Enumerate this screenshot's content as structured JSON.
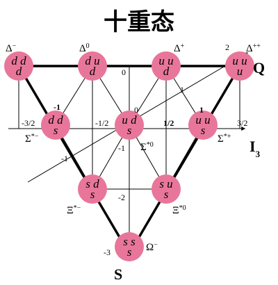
{
  "title": "十重态",
  "colors": {
    "node": "#e8769a",
    "line": "#000000"
  },
  "axes": {
    "horizontal": "I",
    "horizontal_sub": "3",
    "vertical": "S",
    "diagonal": "Q"
  },
  "particles": [
    {
      "id": "delta-minus",
      "name": "Δ",
      "sup": "−",
      "q1": "d",
      "q2": "d",
      "q3": "d"
    },
    {
      "id": "delta-zero",
      "name": "Δ",
      "sup": "0",
      "q1": "d",
      "q2": "u",
      "q3": "d"
    },
    {
      "id": "delta-plus",
      "name": "Δ",
      "sup": "+",
      "q1": "u",
      "q2": "u",
      "q3": "d"
    },
    {
      "id": "delta-plusplus",
      "name": "Δ",
      "sup": "++",
      "q1": "u",
      "q2": "u",
      "q3": "u"
    },
    {
      "id": "sigma-star-minus",
      "name": "Σ",
      "sup": "*−",
      "q1": "d",
      "q2": "d",
      "q3": "s"
    },
    {
      "id": "sigma-star-zero",
      "name": "Σ",
      "sup": "*0",
      "q1": "u",
      "q2": "d",
      "q3": "s"
    },
    {
      "id": "sigma-star-plus",
      "name": "Σ",
      "sup": "*+",
      "q1": "u",
      "q2": "u",
      "q3": "s"
    },
    {
      "id": "xi-star-minus",
      "name": "Ξ",
      "sup": "*−",
      "q1": "s",
      "q2": "d",
      "q3": "s"
    },
    {
      "id": "xi-star-zero",
      "name": "Ξ",
      "sup": "*0",
      "q1": "s",
      "q2": "u",
      "q3": "s"
    },
    {
      "id": "omega-minus",
      "name": "Ω",
      "sup": "−",
      "q1": "s",
      "q2": "s",
      "q3": "s"
    }
  ],
  "ticks": {
    "i3": [
      "-3/2",
      "-1/2",
      "1/2",
      "3/2"
    ],
    "s": [
      "0",
      "-1",
      "-2",
      "-3"
    ],
    "q": [
      "-1",
      "0",
      "1",
      "2"
    ],
    "diag": [
      "-1",
      "1"
    ]
  }
}
